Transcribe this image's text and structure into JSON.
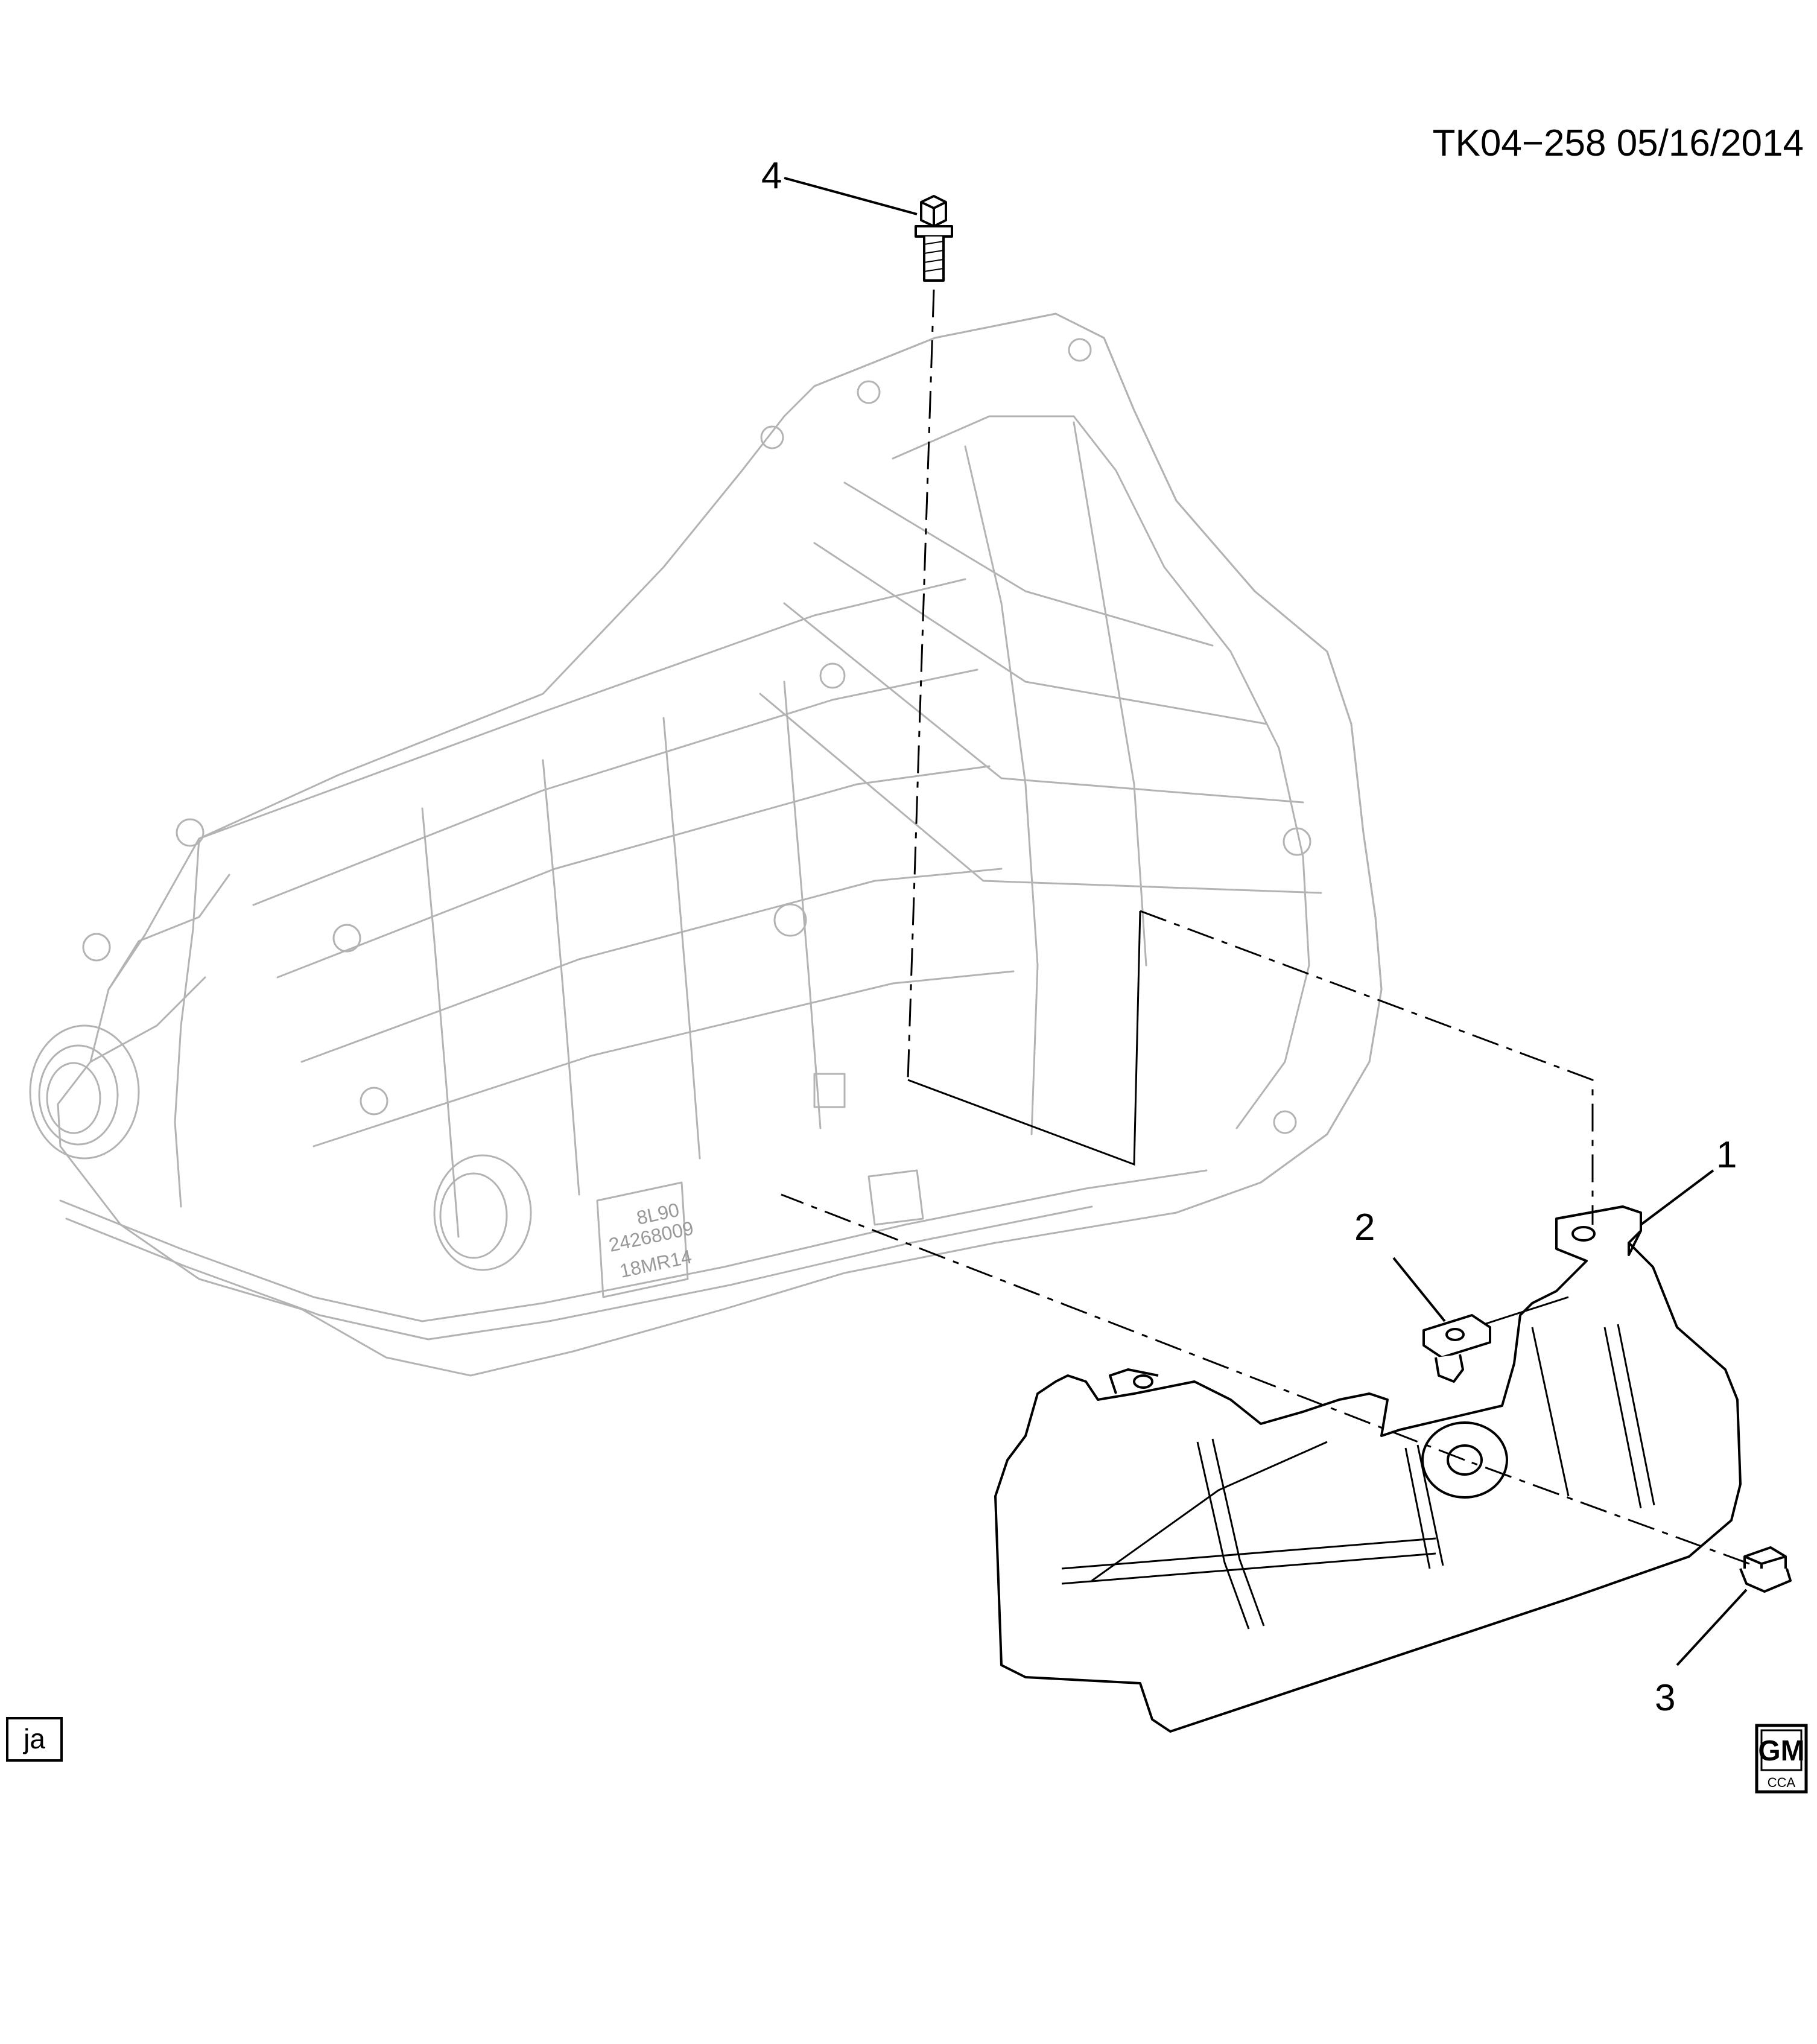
{
  "diagram": {
    "header_code": "TK04−258  05/16/2014",
    "corner_tag": "ja",
    "logo": {
      "top": "GM",
      "bottom": "CCA"
    },
    "case_stamp": [
      "8L90",
      "24268009",
      "18MR14"
    ],
    "callouts": [
      {
        "id": "callout-1",
        "text": "1"
      },
      {
        "id": "callout-2",
        "text": "2"
      },
      {
        "id": "callout-3",
        "text": "3"
      },
      {
        "id": "callout-4",
        "text": "4"
      }
    ],
    "colors": {
      "line": "#000000",
      "ghost": "#b3b3b3",
      "background": "#ffffff"
    }
  }
}
